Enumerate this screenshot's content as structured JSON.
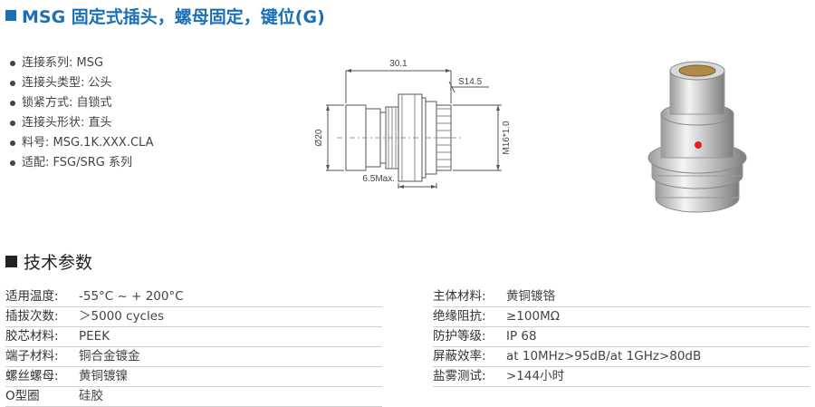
{
  "header": {
    "title": "MSG 固定式插头，螺母固定，键位(G)"
  },
  "features": [
    "连接系列: MSG",
    "连接头类型: 公头",
    "锁紧方式: 自锁式",
    "连接头形状: 直头",
    "料号: MSG.1K.XXX.CLA",
    "适配: FSG/SRG 系列"
  ],
  "drawing": {
    "dim_length": "30.1",
    "dim_nut": "S14.5",
    "dim_diameter": "Ø20",
    "dim_thread": "M16*1.0",
    "dim_panel": "6.5Max."
  },
  "section": {
    "title": "技术参数"
  },
  "specs_left": [
    {
      "label": "适用温度:",
      "value": "-55°C ~ + 200°C"
    },
    {
      "label": "插拔次数:",
      "value": "＞5000 cycles"
    },
    {
      "label": "胶芯材料:",
      "value": "PEEK"
    },
    {
      "label": "端子材料:",
      "value": "铜合金镀金"
    },
    {
      "label": "螺丝螺母:",
      "value": "黄铜镀镍"
    },
    {
      "label": "O型圈",
      "value": "硅胶"
    }
  ],
  "specs_right": [
    {
      "label": "主体材料:",
      "value": "黄铜镀铬"
    },
    {
      "label": "绝缘阻抗:",
      "value": "≥100MΩ"
    },
    {
      "label": "防护等级:",
      "value": "IP 68"
    },
    {
      "label": "屏蔽效率:",
      "value": "at 10MHz>95dB/at 1GHz>80dB"
    },
    {
      "label": "盐雾测试:",
      "value": ">144小时"
    }
  ],
  "colors": {
    "title_blue": "#1b6fb6",
    "text": "#333333",
    "rule": "#d0d0d0",
    "key_dot": "#e02020"
  }
}
